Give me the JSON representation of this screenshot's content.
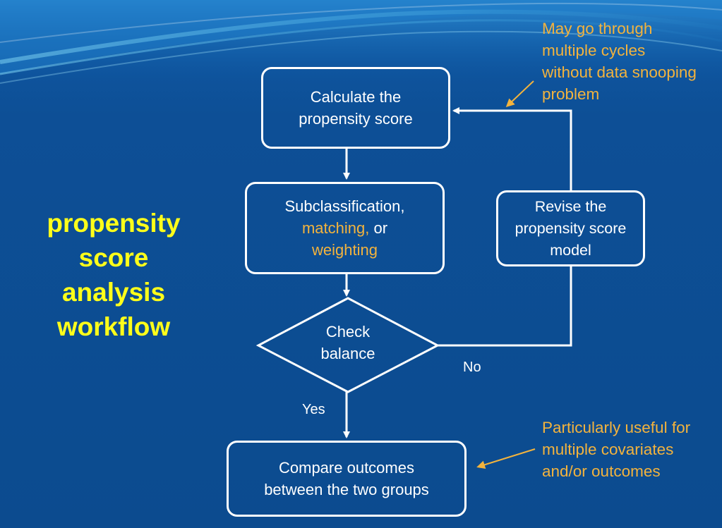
{
  "title": {
    "lines": [
      "propensity",
      "score",
      "analysis",
      "workflow"
    ]
  },
  "nodes": {
    "calculate": {
      "line1": "Calculate the",
      "line2": "propensity score"
    },
    "subclassification": {
      "line1": "Subclassification,",
      "line2_highlight": "matching,",
      "line2_rest": " or",
      "line3_highlight": "weighting"
    },
    "check_balance": {
      "line1": "Check",
      "line2": "balance"
    },
    "revise": {
      "line1": "Revise the",
      "line2": "propensity score",
      "line3": "model"
    },
    "compare": {
      "line1": "Compare outcomes",
      "line2": "between the two groups"
    }
  },
  "edges": {
    "no_label": "No",
    "yes_label": "Yes"
  },
  "notes": {
    "cycles": [
      "May go through",
      "multiple cycles",
      "without data snooping",
      "problem"
    ],
    "useful": [
      "Particularly useful for",
      "multiple covariates",
      "and/or outcomes"
    ]
  },
  "colors": {
    "background": "#0d4f96",
    "title": "#ffff1a",
    "highlight": "#f3b33d",
    "shapes": "#ffffff"
  }
}
